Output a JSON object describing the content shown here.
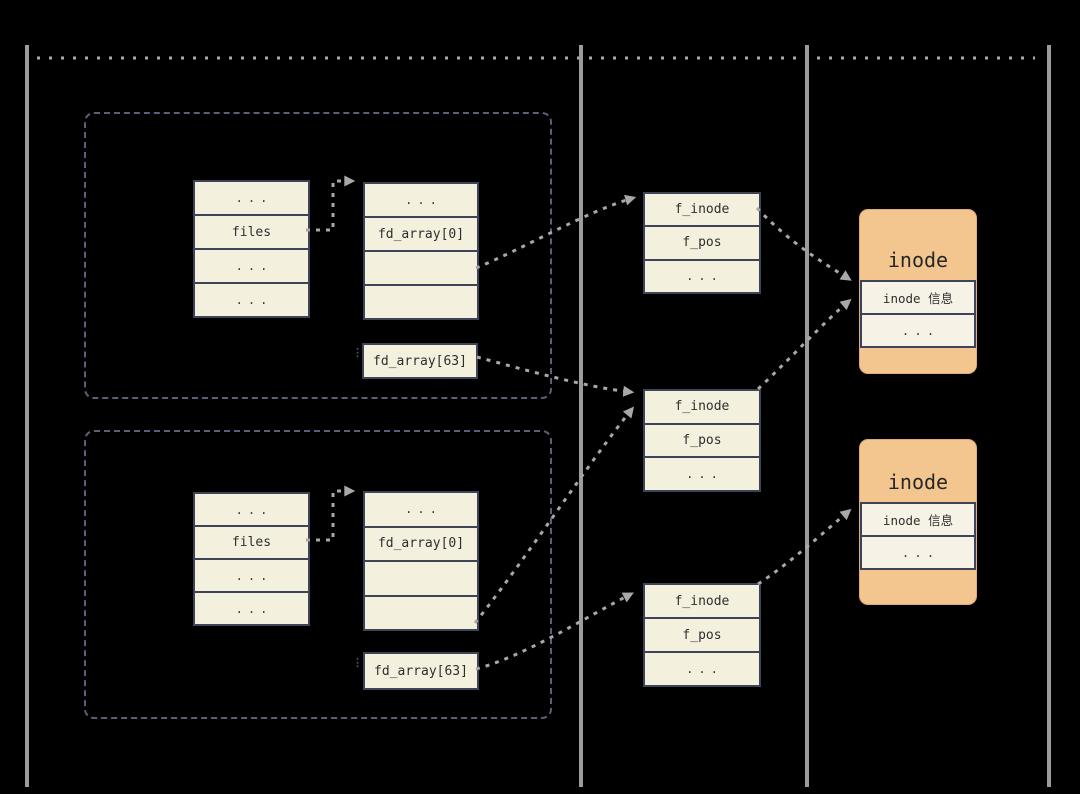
{
  "colors": {
    "background": "#000000",
    "panel_cream": "#f4f0de",
    "accent_orange": "#f2c68e",
    "border_dark": "#3f4358",
    "section_divider_gray": "#9c9c9c",
    "arrow_gray": "#a8a8a8",
    "group_dashed_border": "#5a5f7a"
  },
  "processes": [
    {
      "task_struct": {
        "rows": [
          "...",
          "files",
          "...",
          "..."
        ]
      },
      "fd_table": {
        "rows": [
          "...",
          "fd_array[0]",
          "",
          ""
        ]
      },
      "fd_gap": "⋮",
      "fd_last": "fd_array[63]"
    },
    {
      "task_struct": {
        "rows": [
          "...",
          "files",
          "...",
          "..."
        ]
      },
      "fd_table": {
        "rows": [
          "...",
          "fd_array[0]",
          "",
          ""
        ]
      },
      "fd_gap": "⋮",
      "fd_last": "fd_array[63]"
    }
  ],
  "open_files": [
    {
      "rows": [
        "f_inode",
        "f_pos",
        "..."
      ]
    },
    {
      "rows": [
        "f_inode",
        "f_pos",
        "..."
      ]
    },
    {
      "rows": [
        "f_inode",
        "f_pos",
        "..."
      ]
    }
  ],
  "inodes": [
    {
      "title": "inode",
      "rows": [
        "inode 信息",
        "..."
      ]
    },
    {
      "title": "inode",
      "rows": [
        "inode 信息",
        "..."
      ]
    }
  ]
}
